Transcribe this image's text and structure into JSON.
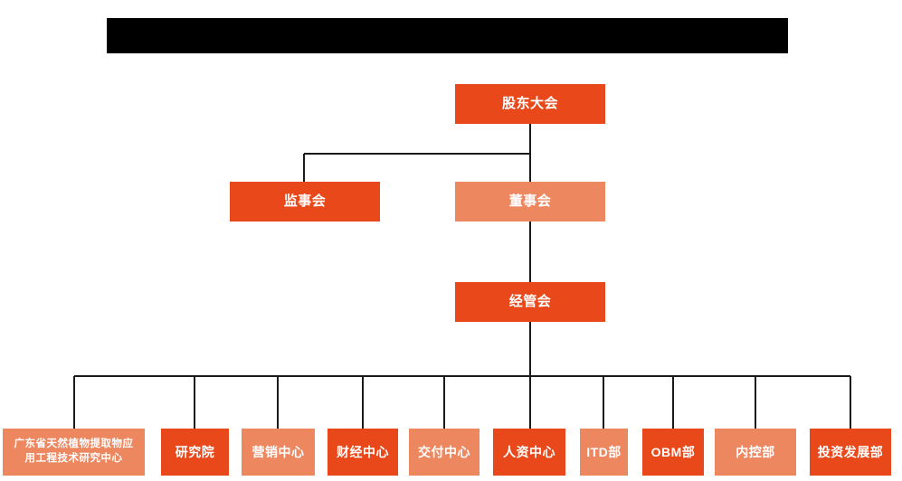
{
  "diagram": {
    "type": "organization-chart",
    "title_bar": {
      "label": "",
      "redacted": true,
      "color": "#000000"
    },
    "colors": {
      "dark_orange": "#E8481A",
      "light_orange": "#ED8760",
      "connector": "#1a1a1a",
      "background": "#FFFFFF",
      "text": "#FFFFFF"
    },
    "levels": {
      "level1": [
        {
          "id": "shareholders",
          "label": "股东大会",
          "shade": "dark"
        }
      ],
      "level2": [
        {
          "id": "supervisors",
          "label": "监事会",
          "shade": "dark"
        },
        {
          "id": "directors",
          "label": "董事会",
          "shade": "light"
        }
      ],
      "level3": [
        {
          "id": "management",
          "label": "经管会",
          "shade": "dark"
        }
      ],
      "level4": [
        {
          "id": "research-center",
          "label": "广东省天然植物提取物应用工程技术研究中心",
          "line1": "广东省天然植物提取物应",
          "line2": "用工程技术研究中心",
          "shade": "light"
        },
        {
          "id": "research-institute",
          "label": "研究院",
          "shade": "dark"
        },
        {
          "id": "marketing-center",
          "label": "营销中心",
          "shade": "light"
        },
        {
          "id": "finance-center",
          "label": "财经中心",
          "shade": "dark"
        },
        {
          "id": "delivery-center",
          "label": "交付中心",
          "shade": "light"
        },
        {
          "id": "hr-center",
          "label": "人资中心",
          "shade": "dark"
        },
        {
          "id": "itd-dept",
          "label": "ITD部",
          "shade": "light"
        },
        {
          "id": "obm-dept",
          "label": "OBM部",
          "shade": "dark"
        },
        {
          "id": "internal-control-dept",
          "label": "内控部",
          "shade": "light"
        },
        {
          "id": "investment-development-dept",
          "label": "投资发展部",
          "shade": "dark"
        }
      ]
    }
  }
}
